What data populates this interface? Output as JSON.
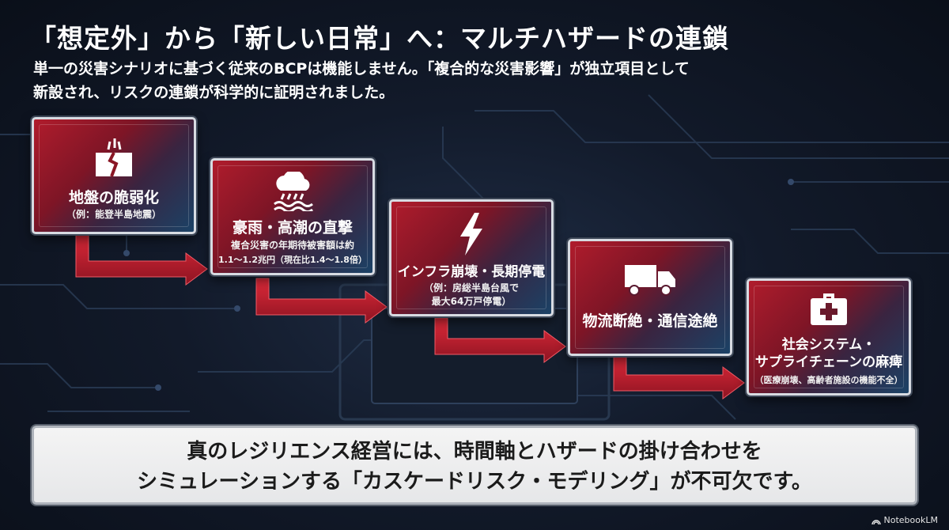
{
  "header": {
    "title": "「想定外」から「新しい日常」へ：マルチハザードの連鎖",
    "subtitle_line1": "単一の災害シナリオに基づく従来のBCPは機能しません。「複合的な災害影響」が独立項目として",
    "subtitle_line2": "新設され、リスクの連鎖が科学的に証明されました。"
  },
  "cards": [
    {
      "icon": "cracked-ground-icon",
      "title": "地盤の脆弱化",
      "note1": "（例：能登半島地震）",
      "note2": ""
    },
    {
      "icon": "rain-flood-icon",
      "title": "豪雨・高潮の直撃",
      "note1": "複合災害の年期待被害額は約",
      "note2": "1.1～1.2兆円（現在比1.4～1.8倍）"
    },
    {
      "icon": "lightning-icon",
      "title": "インフラ崩壊・長期停電",
      "note1": "（例：房総半島台風で",
      "note2": "最大64万戸停電）"
    },
    {
      "icon": "truck-icon",
      "title": "物流断絶・通信途絶",
      "note1": "",
      "note2": ""
    },
    {
      "icon": "medical-kit-icon",
      "title": "社会システム・",
      "title2": "サプライチェーンの麻痺",
      "note1": "（医療崩壊、高齢者施設の機能不全）",
      "note2": ""
    }
  ],
  "conclusion": {
    "line1": "真のレジリエンス経営には、時間軸とハザードの掛け合わせを",
    "line2": "シミュレーションする「カスケードリスク・モデリング」が不可欠です。"
  },
  "watermark": {
    "label": "NotebookLM"
  },
  "colors": {
    "accent_red": "#c8202f",
    "arrow_red": "#d02030",
    "panel_blue": "#1b4266"
  }
}
